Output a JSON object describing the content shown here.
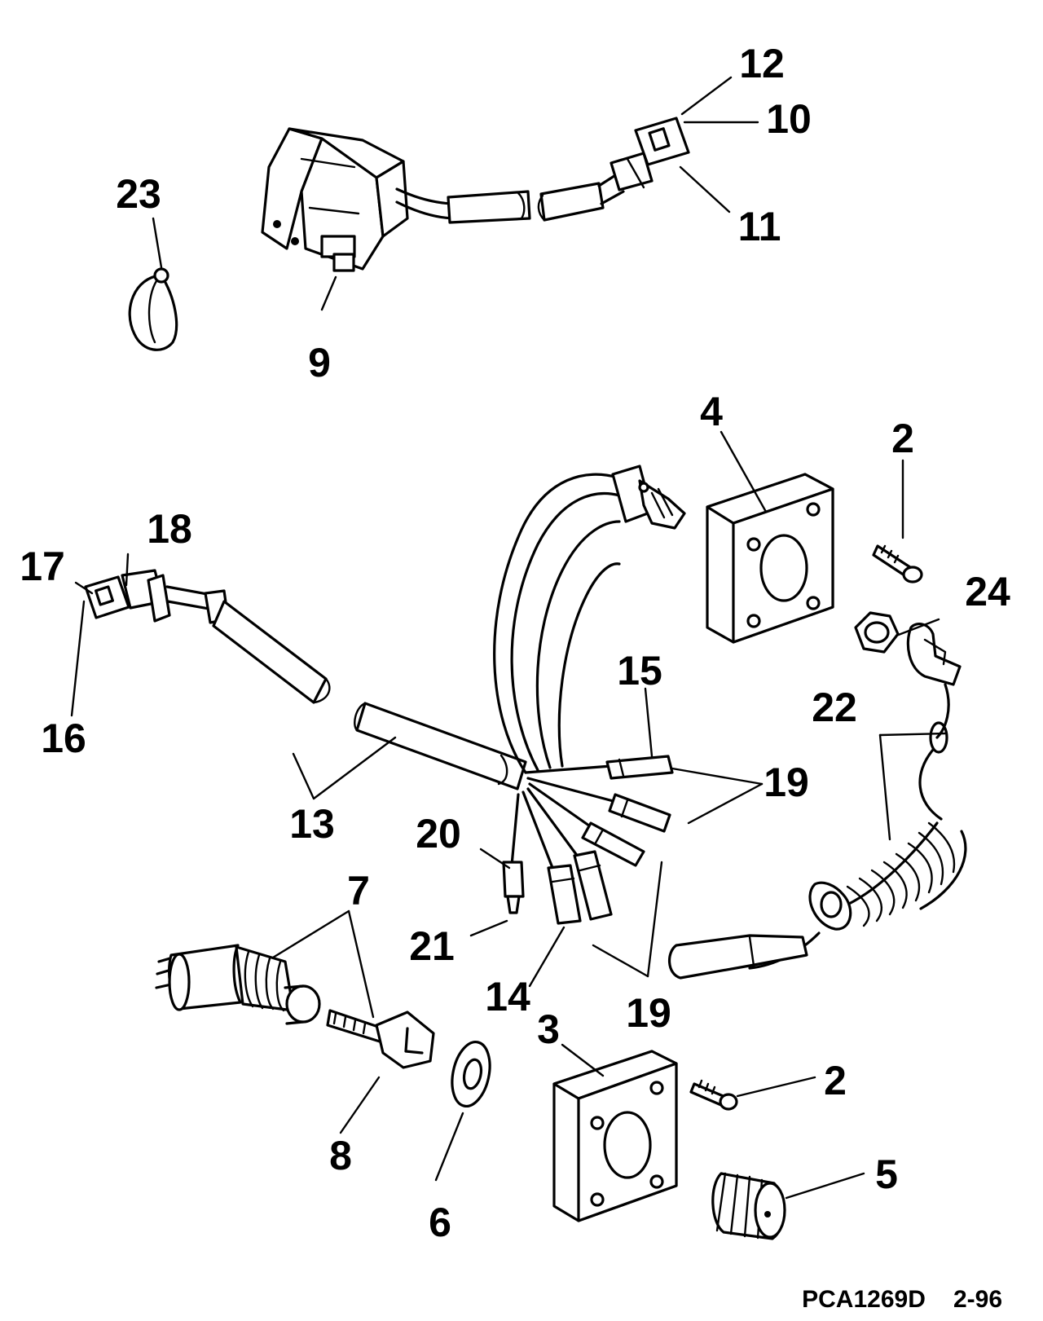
{
  "diagram": {
    "callouts": {
      "c12": "12",
      "c10": "10",
      "c11": "11",
      "c23": "23",
      "c9": "9",
      "c4": "4",
      "c2a": "2",
      "c18": "18",
      "c17": "17",
      "c16": "16",
      "c24": "24",
      "c15": "15",
      "c22": "22",
      "c19a": "19",
      "c13": "13",
      "c20": "20",
      "c7": "7",
      "c21": "21",
      "c14": "14",
      "c19b": "19",
      "c3": "3",
      "c2b": "2",
      "c5": "5",
      "c8": "8",
      "c6": "6"
    },
    "footer": {
      "code": "PCA1269D",
      "date": "2-96"
    }
  }
}
